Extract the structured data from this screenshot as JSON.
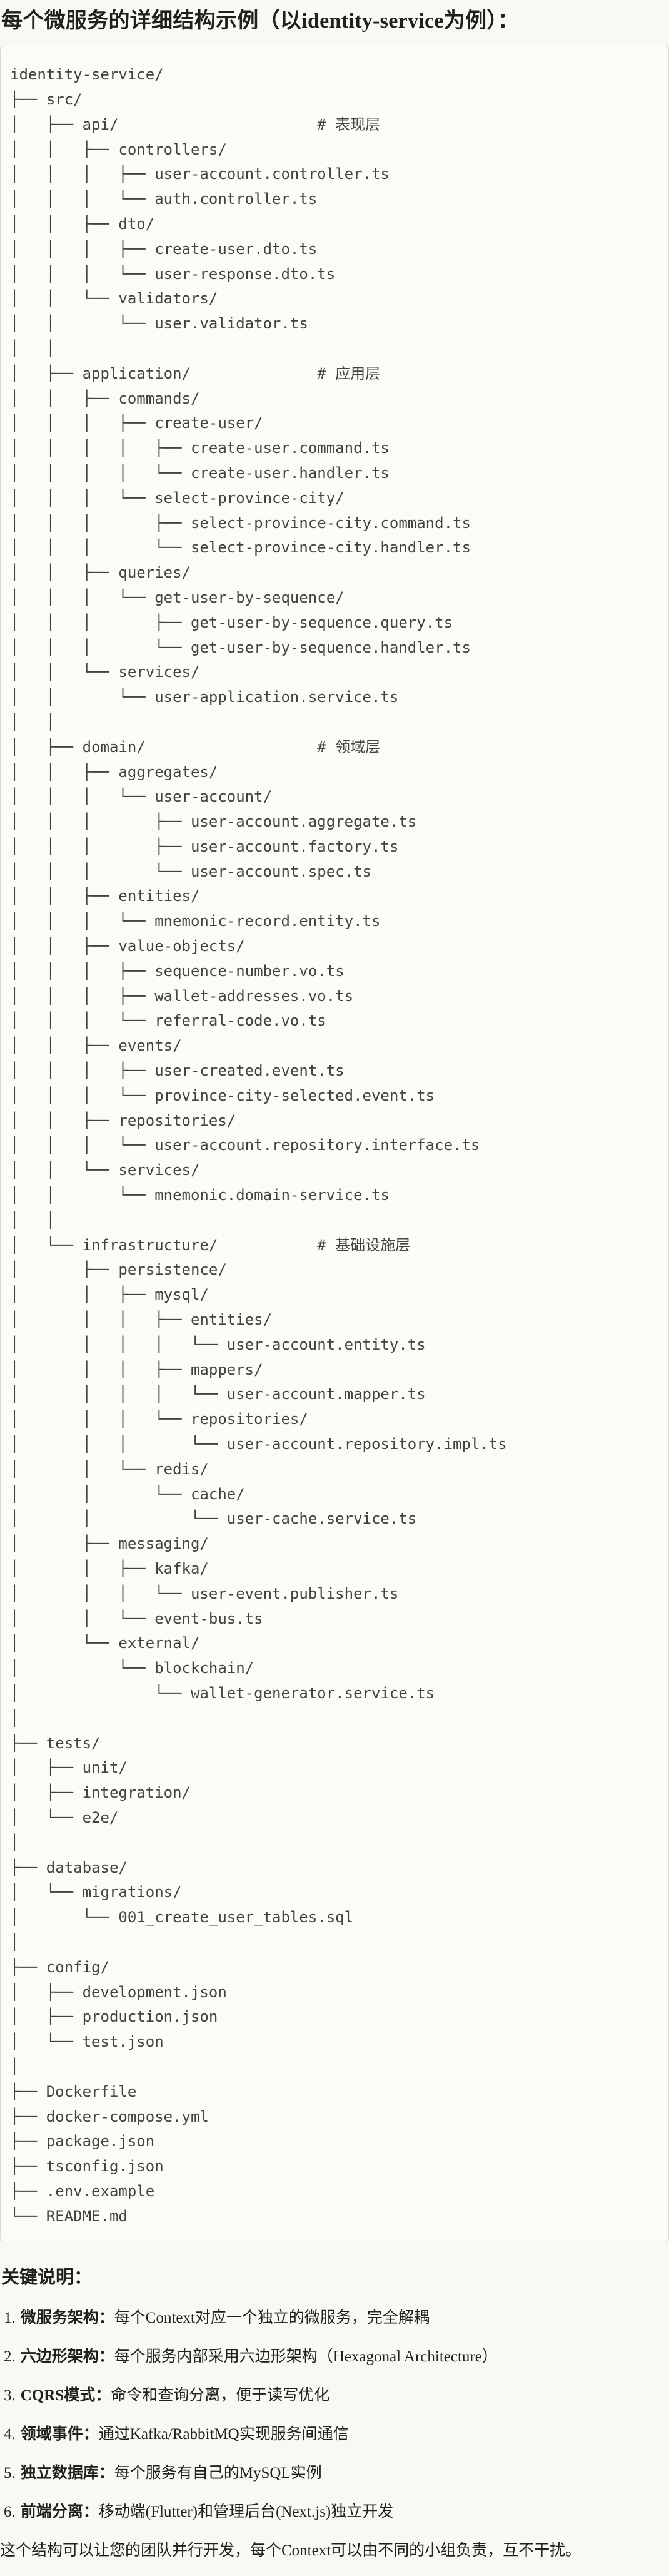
{
  "title": "每个微服务的详细结构示例（以identity-service为例）：",
  "tree": {
    "lines": [
      "identity-service/",
      "├── src/",
      "│   ├── api/                      # 表现层",
      "│   │   ├── controllers/",
      "│   │   │   ├── user-account.controller.ts",
      "│   │   │   └── auth.controller.ts",
      "│   │   ├── dto/",
      "│   │   │   ├── create-user.dto.ts",
      "│   │   │   └── user-response.dto.ts",
      "│   │   └── validators/",
      "│   │       └── user.validator.ts",
      "│   │",
      "│   ├── application/              # 应用层",
      "│   │   ├── commands/",
      "│   │   │   ├── create-user/",
      "│   │   │   │   ├── create-user.command.ts",
      "│   │   │   │   └── create-user.handler.ts",
      "│   │   │   └── select-province-city/",
      "│   │   │       ├── select-province-city.command.ts",
      "│   │   │       └── select-province-city.handler.ts",
      "│   │   ├── queries/",
      "│   │   │   └── get-user-by-sequence/",
      "│   │   │       ├── get-user-by-sequence.query.ts",
      "│   │   │       └── get-user-by-sequence.handler.ts",
      "│   │   └── services/",
      "│   │       └── user-application.service.ts",
      "│   │",
      "│   ├── domain/                   # 领域层",
      "│   │   ├── aggregates/",
      "│   │   │   └── user-account/",
      "│   │   │       ├── user-account.aggregate.ts",
      "│   │   │       ├── user-account.factory.ts",
      "│   │   │       └── user-account.spec.ts",
      "│   │   ├── entities/",
      "│   │   │   └── mnemonic-record.entity.ts",
      "│   │   ├── value-objects/",
      "│   │   │   ├── sequence-number.vo.ts",
      "│   │   │   ├── wallet-addresses.vo.ts",
      "│   │   │   └── referral-code.vo.ts",
      "│   │   ├── events/",
      "│   │   │   ├── user-created.event.ts",
      "│   │   │   └── province-city-selected.event.ts",
      "│   │   ├── repositories/",
      "│   │   │   └── user-account.repository.interface.ts",
      "│   │   └── services/",
      "│   │       └── mnemonic.domain-service.ts",
      "│   │",
      "│   └── infrastructure/           # 基础设施层",
      "│       ├── persistence/",
      "│       │   ├── mysql/",
      "│       │   │   ├── entities/",
      "│       │   │   │   └── user-account.entity.ts",
      "│       │   │   ├── mappers/",
      "│       │   │   │   └── user-account.mapper.ts",
      "│       │   │   └── repositories/",
      "│       │   │       └── user-account.repository.impl.ts",
      "│       │   └── redis/",
      "│       │       └── cache/",
      "│       │           └── user-cache.service.ts",
      "│       ├── messaging/",
      "│       │   ├── kafka/",
      "│       │   │   └── user-event.publisher.ts",
      "│       │   └── event-bus.ts",
      "│       └── external/",
      "│           └── blockchain/",
      "│               └── wallet-generator.service.ts",
      "│",
      "├── tests/",
      "│   ├── unit/",
      "│   ├── integration/",
      "│   └── e2e/",
      "│",
      "├── database/",
      "│   └── migrations/",
      "│       └── 001_create_user_tables.sql",
      "│",
      "├── config/",
      "│   ├── development.json",
      "│   ├── production.json",
      "│   └── test.json",
      "│",
      "├── Dockerfile",
      "├── docker-compose.yml",
      "├── package.json",
      "├── tsconfig.json",
      "├── .env.example",
      "└── README.md"
    ]
  },
  "notes": {
    "heading": "关键说明：",
    "items": [
      {
        "num": "1.",
        "label": "微服务架构：",
        "text": "每个Context对应一个独立的微服务，完全解耦"
      },
      {
        "num": "2.",
        "label": "六边形架构：",
        "text": "每个服务内部采用六边形架构（Hexagonal Architecture）"
      },
      {
        "num": "3.",
        "label": "CQRS模式：",
        "text": "命令和查询分离，便于读写优化"
      },
      {
        "num": "4.",
        "label": "领域事件：",
        "text": "通过Kafka/RabbitMQ实现服务间通信"
      },
      {
        "num": "5.",
        "label": "独立数据库：",
        "text": "每个服务有自己的MySQL实例"
      },
      {
        "num": "6.",
        "label": "前端分离：",
        "text": "移动端(Flutter)和管理后台(Next.js)独立开发"
      }
    ],
    "closing": "这个结构可以让您的团队并行开发，每个Context可以由不同的小组负责，互不干扰。"
  },
  "colors": {
    "page_background": "#FAF8F3",
    "code_background": "#FCFBF7",
    "code_border": "#DDDAD2",
    "code_text": "#43423D",
    "body_text": "#21201C"
  }
}
